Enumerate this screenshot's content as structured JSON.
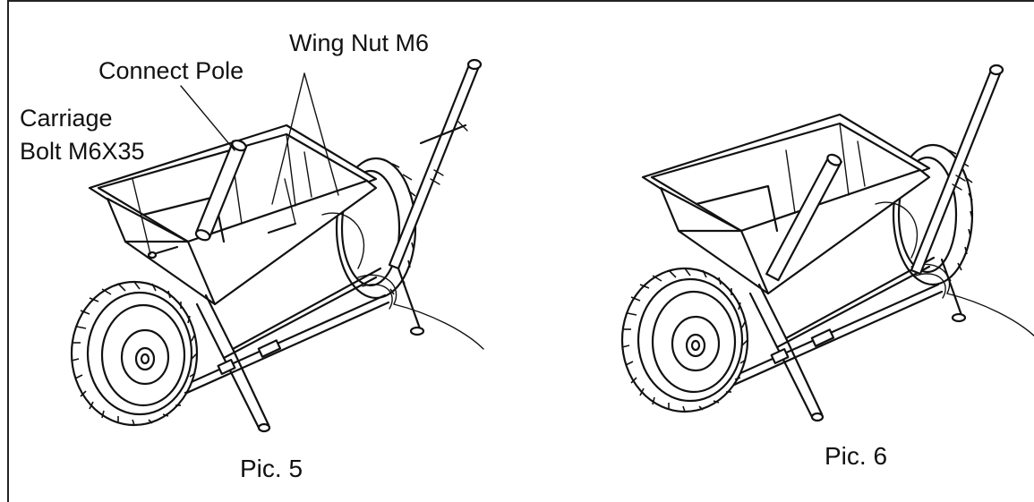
{
  "labels": {
    "wing_nut": "Wing Nut M6",
    "connect_pole": "Connect Pole",
    "carriage_bolt_line1": "Carriage",
    "carriage_bolt_line2": "Bolt M6X35"
  },
  "captions": {
    "pic5": "Pic. 5",
    "pic6": "Pic. 6"
  }
}
